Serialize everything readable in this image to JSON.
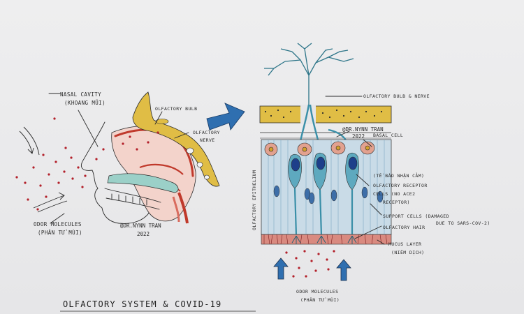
{
  "title": "OLFACTORY SYSTEM & COVID-19",
  "left_panel": {
    "labels": {
      "nasal_cavity": "NASAL CAVITY",
      "nasal_cavity_vi": "(KHOANG MŨI)",
      "olfactory_bulb": "OLFACTORY BULB",
      "olfactory_nerve_1": "OLFACTORY",
      "olfactory_nerve_2": "NERVE",
      "odor_molecules": "ODOR MOLECULES",
      "odor_molecules_vi": "(PHÂN TỬ MÙI)"
    },
    "signature": "@DR.NYNN TRAN",
    "year": "2022"
  },
  "right_panel": {
    "labels": {
      "bulb_nerve": "OLFACTORY BULB & NERVE",
      "basal_cell": "BASAL CELL",
      "epithelium": "OLFACTORY EPITHELIUM",
      "receptor_vi": "(TẾ BÀO NHẬN CẢM)",
      "receptor_1": "OLFACTORY RECEPTOR",
      "receptor_2": "CELLS (NO ACE2",
      "receptor_3": "RECEPTOR)",
      "support_1": "SUPPORT CELLS (DAMAGED",
      "support_2": "DUE TO SARS-COV-2)",
      "hair": "OLFACTORY HAIR",
      "mucus_1": "MUCUS LAYER",
      "mucus_2": "(NIÊM DỊCH)",
      "odor_molecules": "ODOR MOLECULES",
      "odor_molecules_vi": "(PHÂN TỬ MÙI)"
    },
    "signature": "@DR.NYNN TRAN",
    "year": "2022"
  },
  "colors": {
    "bone": "#d9b53a",
    "mucosa": "#c0392b",
    "neuron": "#3a8fa8",
    "nucleus": "#1d3f8a",
    "support_cell": "#a8c7dc",
    "basal_cell": "#e2a18f",
    "arrow": "#2f6fb0",
    "odor_dot": "#b3202a"
  }
}
